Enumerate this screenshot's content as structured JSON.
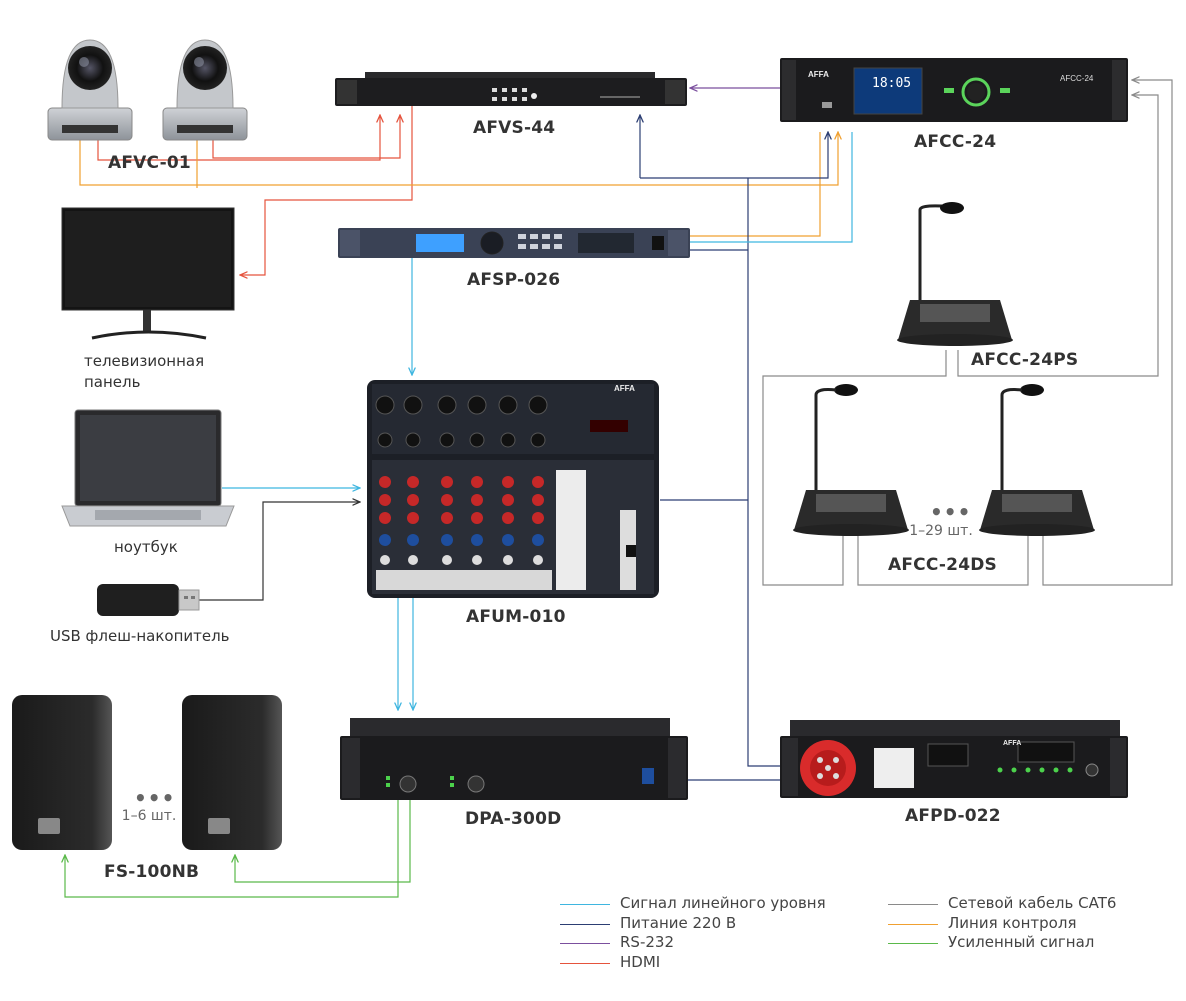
{
  "devices": {
    "afvc": "AFVC-01",
    "afvs": "AFVS-44",
    "afcc24": "AFCC-24",
    "afsp": "AFSP-026",
    "afcc24ps": "AFCC-24PS",
    "afcc24ds": "AFCC-24DS",
    "afum": "AFUM-010",
    "dpa": "DPA-300D",
    "afpd": "AFPD-022",
    "fs": "FS-100NB",
    "tv": "телевизионная панель",
    "laptop": "ноутбук",
    "usb": "USB флеш-накопитель"
  },
  "counts": {
    "delegates": "1–29 шт.",
    "speakers": "1–6 шт.",
    "ellipsis": "•••"
  },
  "screens": {
    "afcc_time": "18:05",
    "afcc_model": "AFCC-24",
    "brand": "AFFA"
  },
  "legend": [
    {
      "label": "Сигнал линейного уровня",
      "color": "#3fb6e0"
    },
    {
      "label": "Питание 220 В",
      "color": "#2c3e73"
    },
    {
      "label": "RS-232",
      "color": "#7b4f9e"
    },
    {
      "label": "HDMI",
      "color": "#e5533d"
    },
    {
      "label": "Сетевой кабель CAT6",
      "color": "#8a8a8a"
    },
    {
      "label": "Линия контроля",
      "color": "#f0a030"
    },
    {
      "label": "Усиленный сигнал",
      "color": "#5ab94a"
    }
  ]
}
